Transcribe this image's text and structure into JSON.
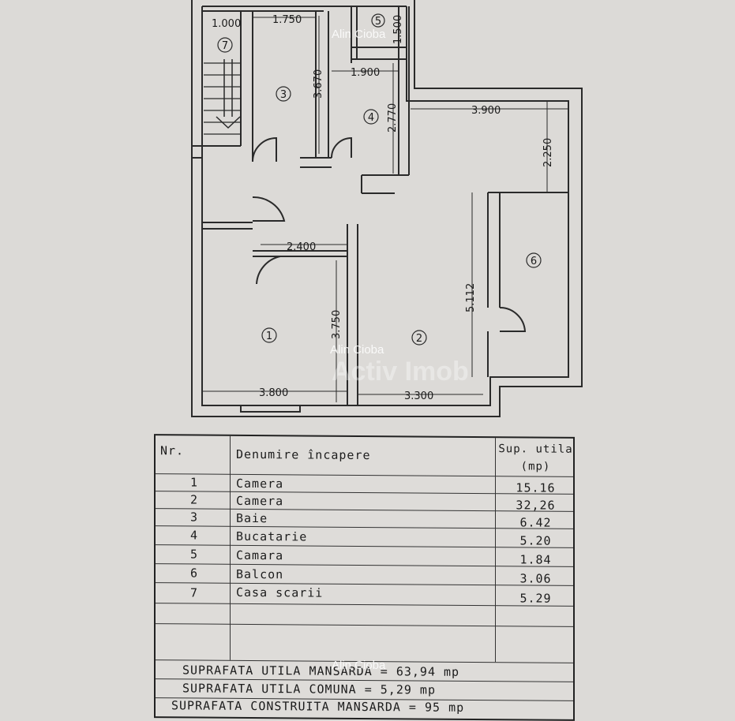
{
  "watermarks": {
    "top": "Alin Cioba",
    "middle": "Alin Cioba",
    "bottom": "Alin Cioba",
    "logo": "Activ Imob"
  },
  "plan": {
    "dimensions": [
      "1.000",
      "1.750",
      "1.900",
      "3.670",
      "1.500",
      "2.770",
      "3.900",
      "2.250",
      "2.400",
      "5.112",
      "3.750",
      "3.800",
      "3.300"
    ],
    "room_numbers": [
      "1",
      "2",
      "3",
      "4",
      "5",
      "6",
      "7"
    ]
  },
  "table": {
    "headers": {
      "nr": "Nr.",
      "name": "Denumire încapere",
      "area": "Sup. utila",
      "unit": "(mp)"
    },
    "rows": [
      {
        "nr": "1",
        "name": "Camera",
        "area": "15.16"
      },
      {
        "nr": "2",
        "name": "Camera",
        "area": "32,26"
      },
      {
        "nr": "3",
        "name": "Baie",
        "area": "6.42"
      },
      {
        "nr": "4",
        "name": "Bucatarie",
        "area": "5.20"
      },
      {
        "nr": "5",
        "name": "Camara",
        "area": "1.84"
      },
      {
        "nr": "6",
        "name": "Balcon",
        "area": "3.06"
      },
      {
        "nr": "7",
        "name": "Casa scarii",
        "area": "5.29"
      }
    ],
    "totals": [
      "SUPRAFATA UTILA MANSARDA = 63,94 mp",
      "SUPRAFATA UTILA COMUNA = 5,29 mp",
      "SUPRAFATA CONSTRUITA MANSARDA = 95 mp"
    ]
  }
}
